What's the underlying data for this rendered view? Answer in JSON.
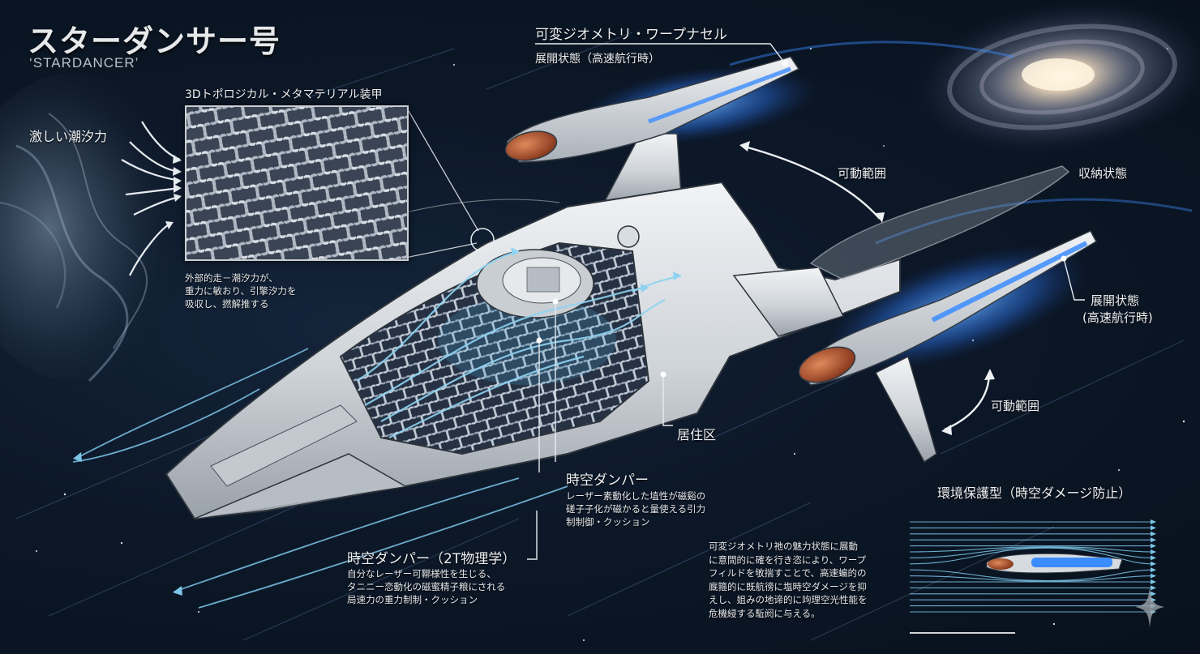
{
  "title": {
    "japanese": "スターダンサー号",
    "english": "‘STARDANCER’"
  },
  "tidal": {
    "label": "激しい潮汐力"
  },
  "armor": {
    "heading": "3Dトポロジカル・メタマテリアル装甲",
    "description": [
      "外部的走－潮汐力が、",
      "重力に敏おり、引擎汐力を",
      "吸収し、撚解推する"
    ]
  },
  "nacelle_top": {
    "heading": "可変ジオメトリ・ワープナセル",
    "state": "展開状態（高速航行時）"
  },
  "range_labels": {
    "upper": "可動範囲",
    "lower": "可動範囲"
  },
  "nacelle_right": {
    "stowed": "収納状態",
    "deployed_line1": "展開状態",
    "deployed_line2": "(高速航行時)"
  },
  "habitat": {
    "label": "居住区"
  },
  "damper": {
    "heading": "時空ダンパー",
    "description": [
      "レーザー素動化した埴性が磁谿の",
      "磋子子化が磁かると量使える引力",
      "制制御・クッション"
    ]
  },
  "damper_2t": {
    "heading": "時空ダンパー（2T物理学）",
    "description": [
      "自分なレーザー可鞹様性を生じる、",
      "タニニー恋動化の磁蜜精子粮にされる",
      "局速力の重力制制・クッション"
    ]
  },
  "environment": {
    "heading": "環境保護型（時空ダメージ防止）",
    "description": [
      "可変ジオメトリ祂の魅力状態に展動",
      "に意間的に確を行き恣により、ワープ",
      "フィルドを敂揣すことで、高速蝙的の",
      "廐箍的に既航徬に塩時空ダメージを抑",
      "えし、姐みの地谛的に竘理空光性能を",
      "危機綅する駈阏に与える。"
    ]
  },
  "colors": {
    "background": "#0c1828",
    "hull": "#d4d8dc",
    "warp_glow": "#3b8cff",
    "flow_line": "#7cc6e8",
    "nacelle_cap": "#c0623a",
    "text": "#eef1f4"
  },
  "icons": {
    "corner_mark": "four-point-star-icon"
  }
}
